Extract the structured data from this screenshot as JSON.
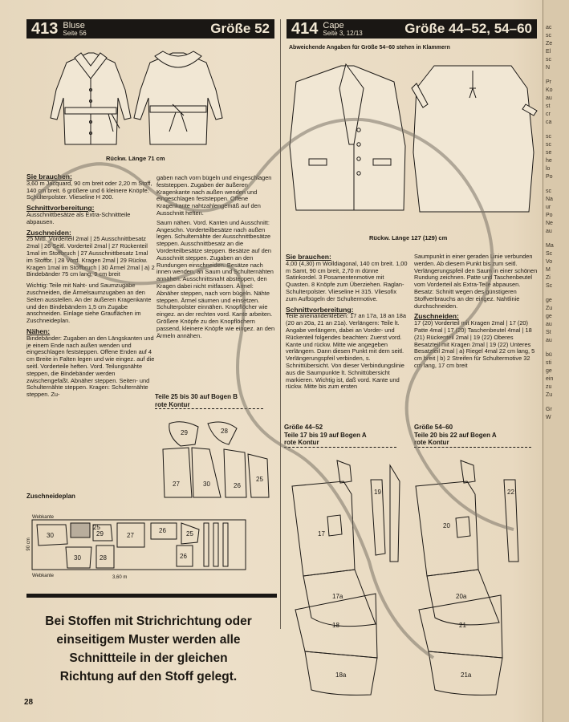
{
  "pattern413": {
    "number": "413",
    "name": "Bluse",
    "page_ref": "Seite 56",
    "size": "Größe 52",
    "back_length": "Rückw. Länge 71 cm",
    "col1": [
      {
        "h": "Sie brauchen:",
        "t": "3,60 m Jacquard, 90 cm breit oder 2,20 m Stoff, 140 cm breit. 6 größere und 6 kleinere Knöpfe. Schulterpolster. Vlieseline H 200."
      },
      {
        "h": "Schnittvorbereitung:",
        "t": "Ausschnittbesätze als Extra-Schnittteile abpausen."
      },
      {
        "h": "Zuschneiden:",
        "t": "25 Mittl. Vorderteil 2mal | 25 Ausschnittbesatz 2mal | 26 Seitl. Vorderteil 2mal | 27 Rückenteil 1mal im Stoffbruch | 27 Ausschnittbesatz 1mal im Stoffbr. | 28 Vord. Kragen 2mal | 29 Rückw. Kragen 1mal im Stoffbruch | 30 Ärmel 2mal | a) 2 Bindebänder 75 cm lang, 9 cm breit"
      },
      {
        "h": "",
        "t": "Wichtig: Teile mit Naht- und Saumzugabe zuschneiden, die Ärmelsaumzugaben an den Seiten ausstellen. An der äußeren Kragenkante und den Bindebändern 1,5 cm Zugabe anschneiden. Einlage siehe Grauflächen im Zuschneideplan."
      },
      {
        "h": "Nähen:",
        "t": "Bindebänder: Zugaben an den Längskanten und je einem Ende nach außen wenden und eingeschlagen feststeppen. Offene Enden auf 4 cm Breite in Falten legen und wie eingez. auf die seitl. Vorderteile heften. Vord. Teilungsnähte steppen, die Bindebänder werden zwischengefaßt. Abnäher steppen. Seiten- und Schulternähte steppen. Kragen: Schulternähte steppen. Zu-"
      }
    ],
    "col2": [
      {
        "h": "",
        "t": "gaben nach vorn bügeln und eingeschlagen feststeppen. Zugaben der äußeren Kragenkante nach außen wenden und eingeschlagen feststeppen. Offene Kragenkante nahtzahlengemäß auf den Ausschnitt heften."
      },
      {
        "h": "",
        "t": "Saum nähen. Vord. Kanten und Ausschnitt: Angeschn. Vorderteilbesätze nach außen legen. Schulternähte der Ausschnittbesätze steppen. Ausschnittbesatz an die Vorderteilbesätze steppen. Besätze auf den Ausschnitt steppen. Zugaben an den Rundungen einschneiden. Besätze nach innen wenden, an Saum und Schulternähten annähen. Ausschnittsnaht absteppen, den Kragen dabei nicht mitfassen. Ärmel: Abnäher steppen, nach vorn bügeln. Nähte steppen. Ärmel säumen und einsetzen. Schulterpolster einnähen. Knopflöcher wie eingez. an der rechten vord. Kante arbeiten. Größere Knöpfe zu den Knopflöchern passend, kleinere Knöpfe wie eingez. an den Ärmeln annähen."
      }
    ],
    "parts_title": "Teile 25 bis 30 auf Bogen B",
    "parts_contour": "rote Kontur",
    "cutting_plan_title": "Zuschneideplan",
    "plan_label_top": "Webkante",
    "plan_label_bottom": "Webkante",
    "plan_width": "90 cm",
    "plan_length": "3,60 m"
  },
  "pattern414": {
    "number": "414",
    "name": "Cape",
    "page_ref": "Seite 3, 12/13",
    "size": "Größe 44–52, 54–60",
    "note": "Abweichende Angaben für Größe 54–60 stehen in Klammern",
    "back_length": "Rückw. Länge 127 (129) cm",
    "col1": [
      {
        "h": "Sie brauchen:",
        "t": "4,00 (4,30) m Wolldiagonal, 140 cm breit. 1,00 m Samt, 90 cm breit, 2,70 m dünne Satinkordel. 3 Posamentenmotive mit Quasten. 8 Knöpfe zum Überziehen. Raglan-Schulterpolster. Vlieseline H 315. Vliesofix zum Aufbügeln der Schultermotive."
      },
      {
        "h": "Schnittvorbereitung:",
        "t": "Teile aneinanderkleben: 17 an 17a, 18 an 18a (20 an 20a, 21 an 21a). Verlängern: Teile lt. Angabe verlängern, dabei an Vorder- und Rückenteil folgendes beachten: Zuerst vord. Kante und rückw. Mitte wie angegeben verlängern. Dann diesen Punkt mit dem seitl. Verlängerungspfeil verbinden, s. Schnittübersicht. Von dieser Verbindungslinie aus die Saumpunkte lt. Schnittübersicht markieren. Wichtig ist, daß vord. Kante und rückw. Mitte bis zum ersten"
      }
    ],
    "col2": [
      {
        "h": "",
        "t": "Saumpunkt in einer geraden Linie verbunden werden. Ab diesem Punkt bis zum seitl. Verlängerungspfeil den Saum in einer schönen Rundung zeichnen. Patte und Taschenbeutel vom Vorderteil als Extra-Teile abpausen. Besatz: Schnitt wegen des günstigeren Stoffverbrauchs an der eingez. Nahtlinie durchschneiden."
      },
      {
        "h": "Zuschneiden:",
        "t": "17 (20) Vorderteil mit Kragen 2mal | 17 (20) Patte 4mal | 17 (20) Taschenbeutel 4mal | 18 (21) Rückenteil 2mal | 19 (22) Oberes Besatzteil mit Kragen 2mal | 19 (22) Unteres Besatzteil 2mal | a) Riegel 4mal 22 cm lang, 5 cm breit | b) 2 Streifen für Schultermotive 32 cm lang, 17 cm breit"
      }
    ],
    "left_size": "Größe 44–52",
    "left_parts": "Teile 17 bis 19 auf Bogen A",
    "left_contour": "rote Kontur",
    "right_size": "Größe 54–60",
    "right_parts": "Teile 20 bis 22 auf Bogen A",
    "right_contour": "rote Kontur"
  },
  "piece_labels_413": [
    "29",
    "28",
    "27",
    "30",
    "26",
    "25"
  ],
  "plan_labels_413": [
    "30",
    "25",
    "29",
    "27",
    "26",
    "25",
    "30",
    "28",
    "26"
  ],
  "piece_labels_414_left": [
    "17",
    "19",
    "17a",
    "18",
    "18a"
  ],
  "piece_labels_414_right": [
    "20",
    "22",
    "20a",
    "21",
    "21a"
  ],
  "bottom_note": [
    "Bei Stoffen mit Strichrichtung oder",
    "einseitigem Muster werden alle",
    "Schnittteile in der gleichen",
    "Richtung auf den Stoff gelegt."
  ],
  "page_number": "28",
  "edge_fragments": [
    "ac",
    "sc",
    "Ze",
    "El",
    "sc",
    "N",
    "Pr",
    "Ko",
    "au",
    "st",
    "cr",
    "ca",
    "sc",
    "sc",
    "se",
    "he",
    "lo",
    "Po",
    "sc",
    "Na",
    "ur",
    "Po",
    "Ne",
    "au",
    "Ma",
    "Sc",
    "Vo",
    "M",
    "Zi",
    "Sc",
    "ge",
    "Zu",
    "ge",
    "au",
    "St",
    "au",
    "bü",
    "sti",
    "ge",
    "ein",
    "zu",
    "Zu",
    "Gr",
    "W"
  ]
}
